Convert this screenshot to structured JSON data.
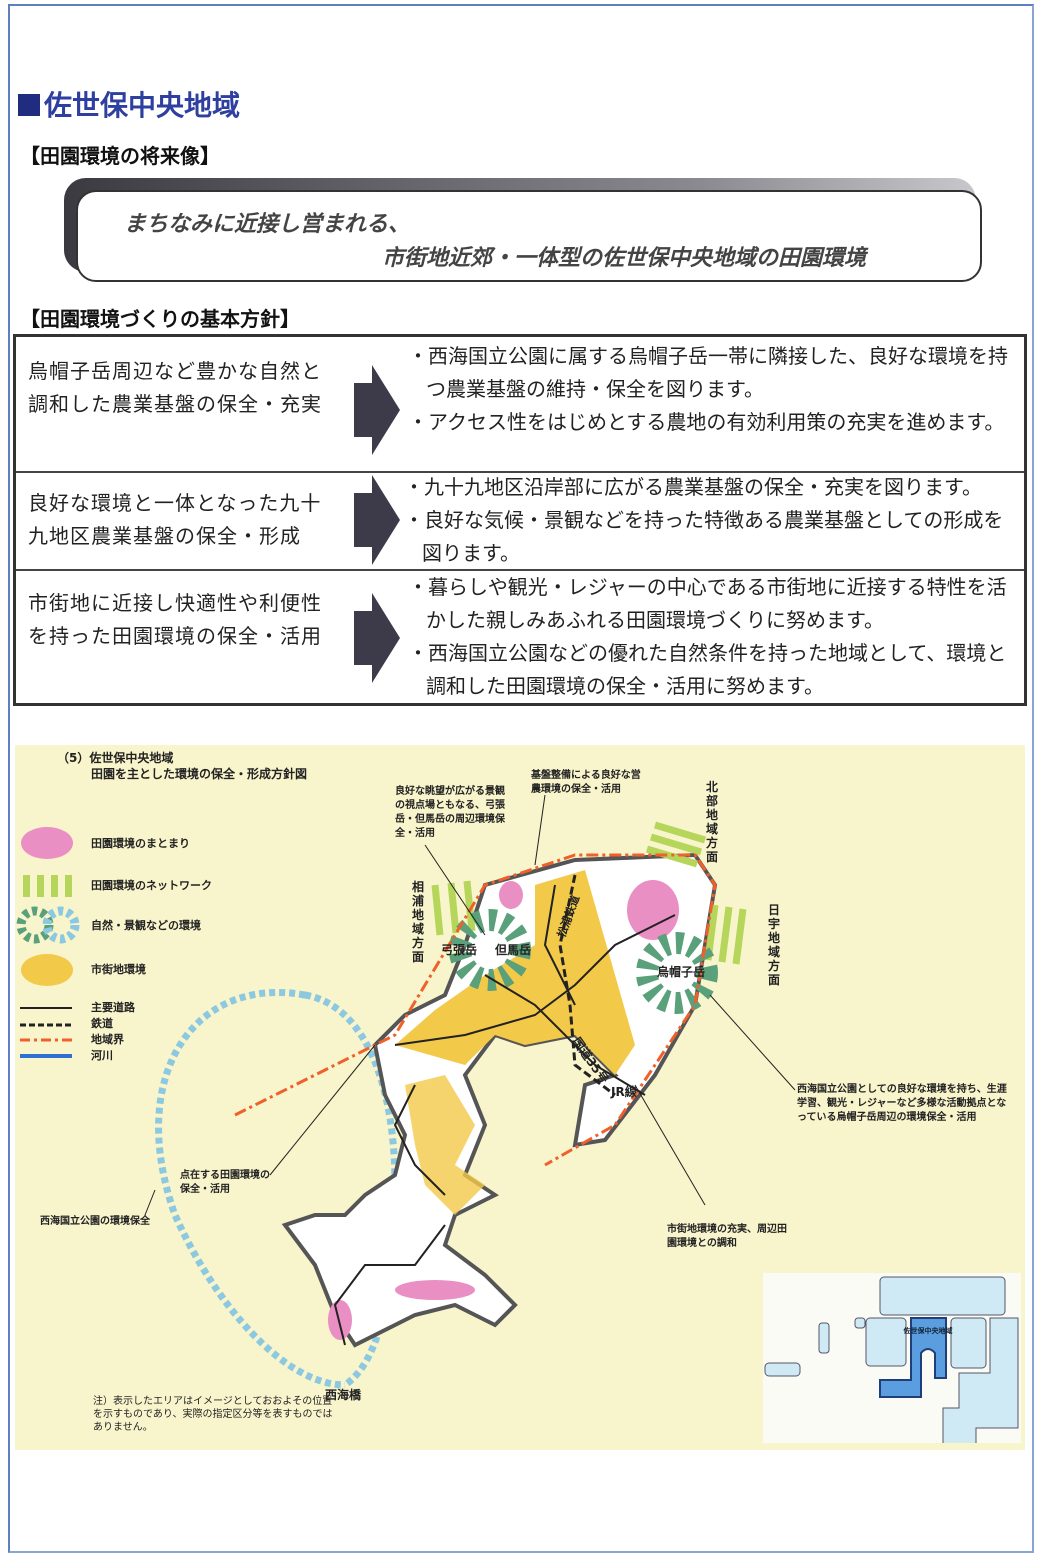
{
  "header": {
    "title": "佐世保中央地域"
  },
  "vision": {
    "heading": "【田園環境の将来像】",
    "line1": "まちなみに近接し営まれる、",
    "line2": "市街地近郊・一体型の佐世保中央地域の田園環境"
  },
  "policy": {
    "heading": "【田園環境づくりの基本方針】",
    "rows": [
      {
        "left": "烏帽子岳周辺など豊かな自然と調和した農業基盤の保全・充実",
        "bullets": [
          "・西海国立公園に属する烏帽子岳一帯に隣接した、良好な環境を持つ農業基盤の維持・保全を図ります。",
          "・アクセス性をはじめとする農地の有効利用策の充実を進めます。"
        ]
      },
      {
        "left": "良好な環境と一体となった九十九地区農業基盤の保全・形成",
        "bullets": [
          "・九十九地区沿岸部に広がる農業基盤の保全・充実を図ります。",
          "・良好な気候・景観などを持った特徴ある農業基盤としての形成を図ります。"
        ]
      },
      {
        "left": "市街地に近接し快適性や利便性を持った田園環境の保全・活用",
        "bullets": [
          "・暮らしや観光・レジャーの中心である市街地に近接する特性を活かした親しみあふれる田園環境づくりに努めます。",
          "・西海国立公園などの優れた自然条件を持った地域として、環境と調和した田園環境の保全・活用に努めます。"
        ]
      }
    ]
  },
  "map": {
    "title_num": "（5）佐世保中央地域",
    "title": "田園を主とした環境の保全・形成方針図",
    "legend": [
      "田園環境のまとまり",
      "田園環境のネットワーク",
      "自然・景観などの環境",
      "市街地環境",
      "主要道路",
      "鉄道",
      "地域界",
      "河川"
    ],
    "callouts": {
      "yumihari": "良好な眺望が広がる景観の視点場ともなる、弓張岳・但馬岳の周辺環境保全・活用",
      "kiban": "基盤整備による良好な営農環境の保全・活用",
      "eboshi": "西海国立公園としての良好な環境を持ち、生涯学習、観光・レジャーなど多様な活動拠点となっている烏帽子岳周辺の環境保全・活用",
      "shigaichi": "市街地環境の充実、周辺田園環境との調和",
      "tenzai": "点在する田園環境の保全・活用",
      "saikai": "西海国立公園の環境保全"
    },
    "places": {
      "aiura": "相浦地域方面",
      "hokubu": "北部地域方面",
      "hiu": "日宇地域方面",
      "yumiharidake": "弓張岳",
      "tajimadake": "但馬岳",
      "eboshidake": "烏帽子岳",
      "matsuura": "松浦鉄道",
      "route35": "国道35号",
      "jr": "JR線",
      "saikaibashi": "西海橋"
    },
    "inset_label": "佐世保中央地域",
    "note": "注）表示したエリアはイメージとしておおよその位置を示すものであり、実際の指定区分等を表すものではありません。",
    "colors": {
      "rural": "#e98fc4",
      "network": "#b5d65a",
      "nature": "#5aa07a",
      "urban": "#f3c94a",
      "boundary": "#f0602a",
      "river": "#2f6fd0",
      "bg": "#f8f4cc"
    }
  }
}
